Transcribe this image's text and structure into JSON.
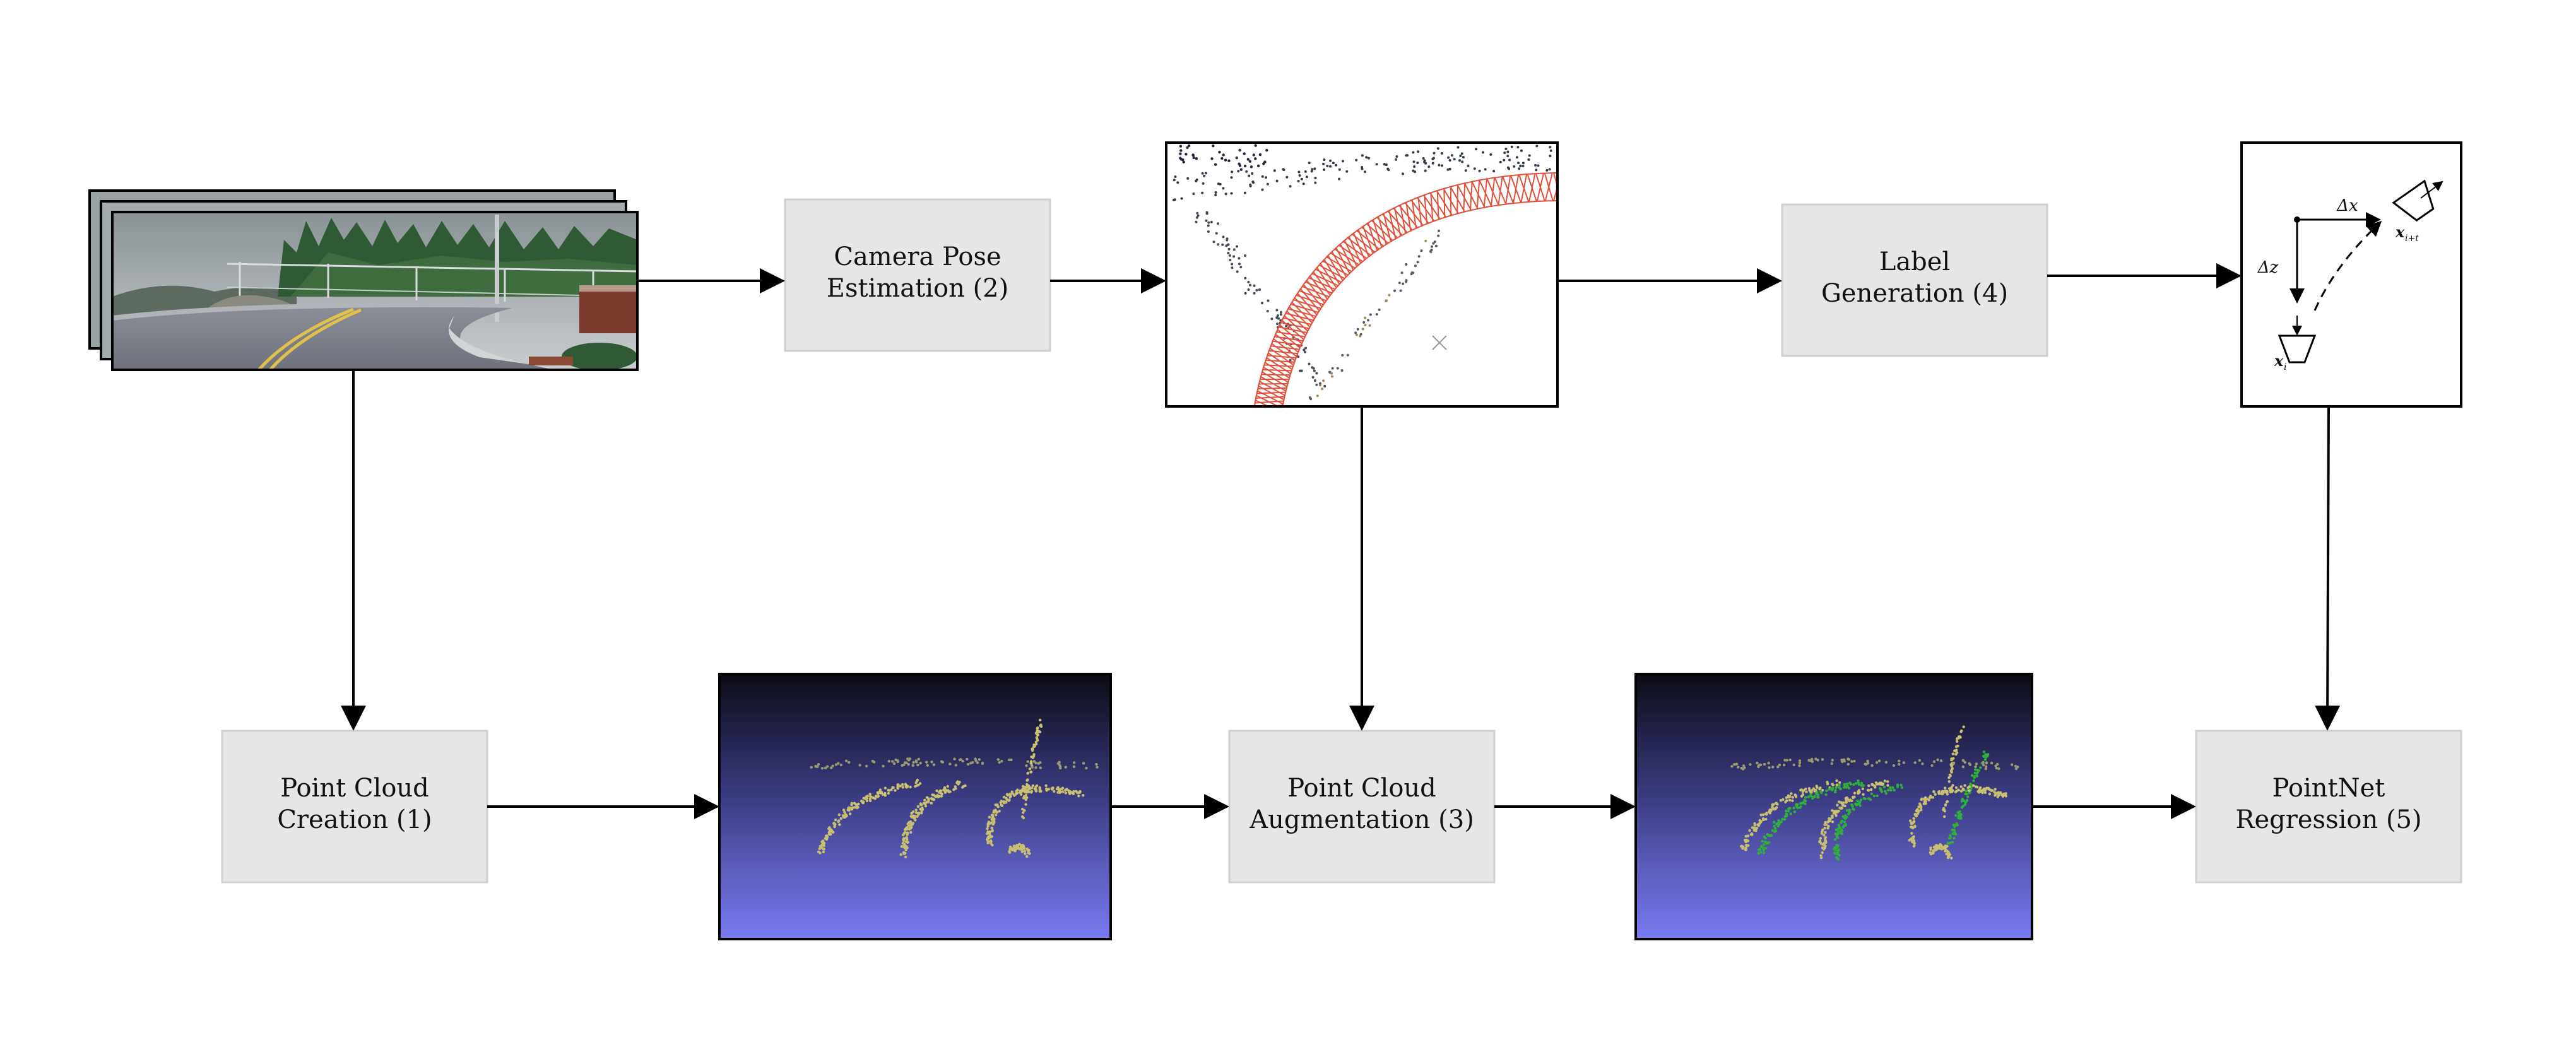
{
  "boxes": {
    "camera_pose": {
      "line1": "Camera Pose",
      "line2": "Estimation (2)"
    },
    "label_generation": {
      "line1": "Label",
      "line2": "Generation (4)"
    },
    "point_cloud_creation": {
      "line1": "Point Cloud",
      "line2": "Creation (1)"
    },
    "point_cloud_augmentation": {
      "line1": "Point Cloud",
      "line2": "Augmentation (3)"
    },
    "pointnet_regression": {
      "line1": "PointNet",
      "line2": "Regression (5)"
    }
  },
  "label_diagram": {
    "dx": "Δx",
    "dz": "Δz",
    "x_i": "x",
    "x_i_sub": "i",
    "x_it": "x",
    "x_it_sub": "i+t"
  },
  "colors": {
    "box_fill": "#e6e6e6",
    "box_stroke": "#d0d0d0",
    "arrow": "#000000",
    "trajectory": "#e0503a",
    "pc_bg_top": "#0b0b14",
    "pc_bg_bottom": "#7b7bf2",
    "points_yellow": "#c8c070",
    "points_green": "#2fae3c"
  }
}
